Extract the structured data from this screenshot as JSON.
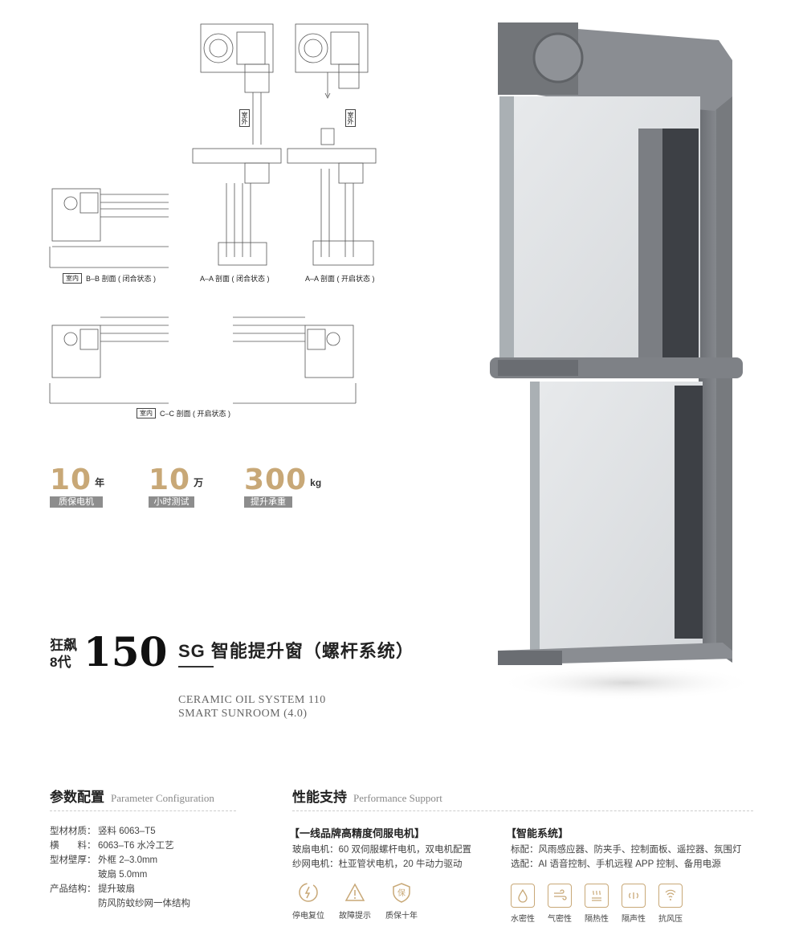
{
  "drawings": {
    "room_tag": "室内",
    "outside_label": "室外",
    "caption_bb": "B–B 剖面 ( 闭合状态 )",
    "caption_aa_closed": "A–A 剖面 ( 闭合状态 )",
    "caption_aa_open": "A–A 剖面 ( 开启状态 )",
    "caption_cc": "C–C 剖面 ( 开启状态 )"
  },
  "stats": [
    {
      "value": "10",
      "unit": "年",
      "label": "质保电机"
    },
    {
      "value": "10",
      "unit": "万",
      "label": "小时测试"
    },
    {
      "value": "300",
      "unit": "kg",
      "label": "提升承重"
    }
  ],
  "title": {
    "brand_line1": "狂飙",
    "brand_line2": "8代",
    "model": "150",
    "name": "SG 智能提升窗（螺杆系统）",
    "en_line1": "CERAMIC OIL SYSTEM 110",
    "en_line2": "SMART SUNROOM (4.0)"
  },
  "params": {
    "heading_zh": "参数配置",
    "heading_en": "Parameter Configuration",
    "rows": [
      {
        "key": "型材材质：",
        "value": "竖料 6063–T5"
      },
      {
        "key": "横　　料：",
        "value": "6063–T6 水冷工艺"
      },
      {
        "key": "型材壁厚：",
        "value": "外框 2–3.0mm"
      },
      {
        "key": "",
        "value": "玻扇 5.0mm"
      },
      {
        "key": "产品结构：",
        "value": "提升玻扇"
      },
      {
        "key": "",
        "value": "防风防蚊纱网一体结构"
      }
    ]
  },
  "performance": {
    "heading_zh": "性能支持",
    "heading_en": "Performance Support",
    "motor": {
      "title": "【一线品牌高精度伺服电机】",
      "lines": [
        "玻扇电机：60 双伺服螺杆电机，双电机配置",
        "纱网电机：杜亚管状电机，20 牛动力驱动"
      ],
      "icons": [
        {
          "label": "停电复位",
          "icon": "power-reset-icon"
        },
        {
          "label": "故障提示",
          "icon": "warning-icon"
        },
        {
          "label": "质保十年",
          "icon": "warranty-shield-icon"
        }
      ]
    },
    "smart": {
      "title": "【智能系统】",
      "lines": [
        "标配：风雨感应器、防夹手、控制面板、遥控器、氛围灯",
        "选配：AI 语音控制、手机远程 APP 控制、备用电源"
      ],
      "icons": [
        {
          "label": "水密性",
          "icon": "water-drop-icon"
        },
        {
          "label": "气密性",
          "icon": "airflow-icon"
        },
        {
          "label": "隔热性",
          "icon": "heat-icon"
        },
        {
          "label": "隔声性",
          "icon": "sound-icon"
        },
        {
          "label": "抗风压",
          "icon": "wind-pressure-icon"
        }
      ]
    }
  },
  "colors": {
    "accent": "#c8a877",
    "label_bg": "#8d8d8d",
    "frame": "#6e7176"
  }
}
